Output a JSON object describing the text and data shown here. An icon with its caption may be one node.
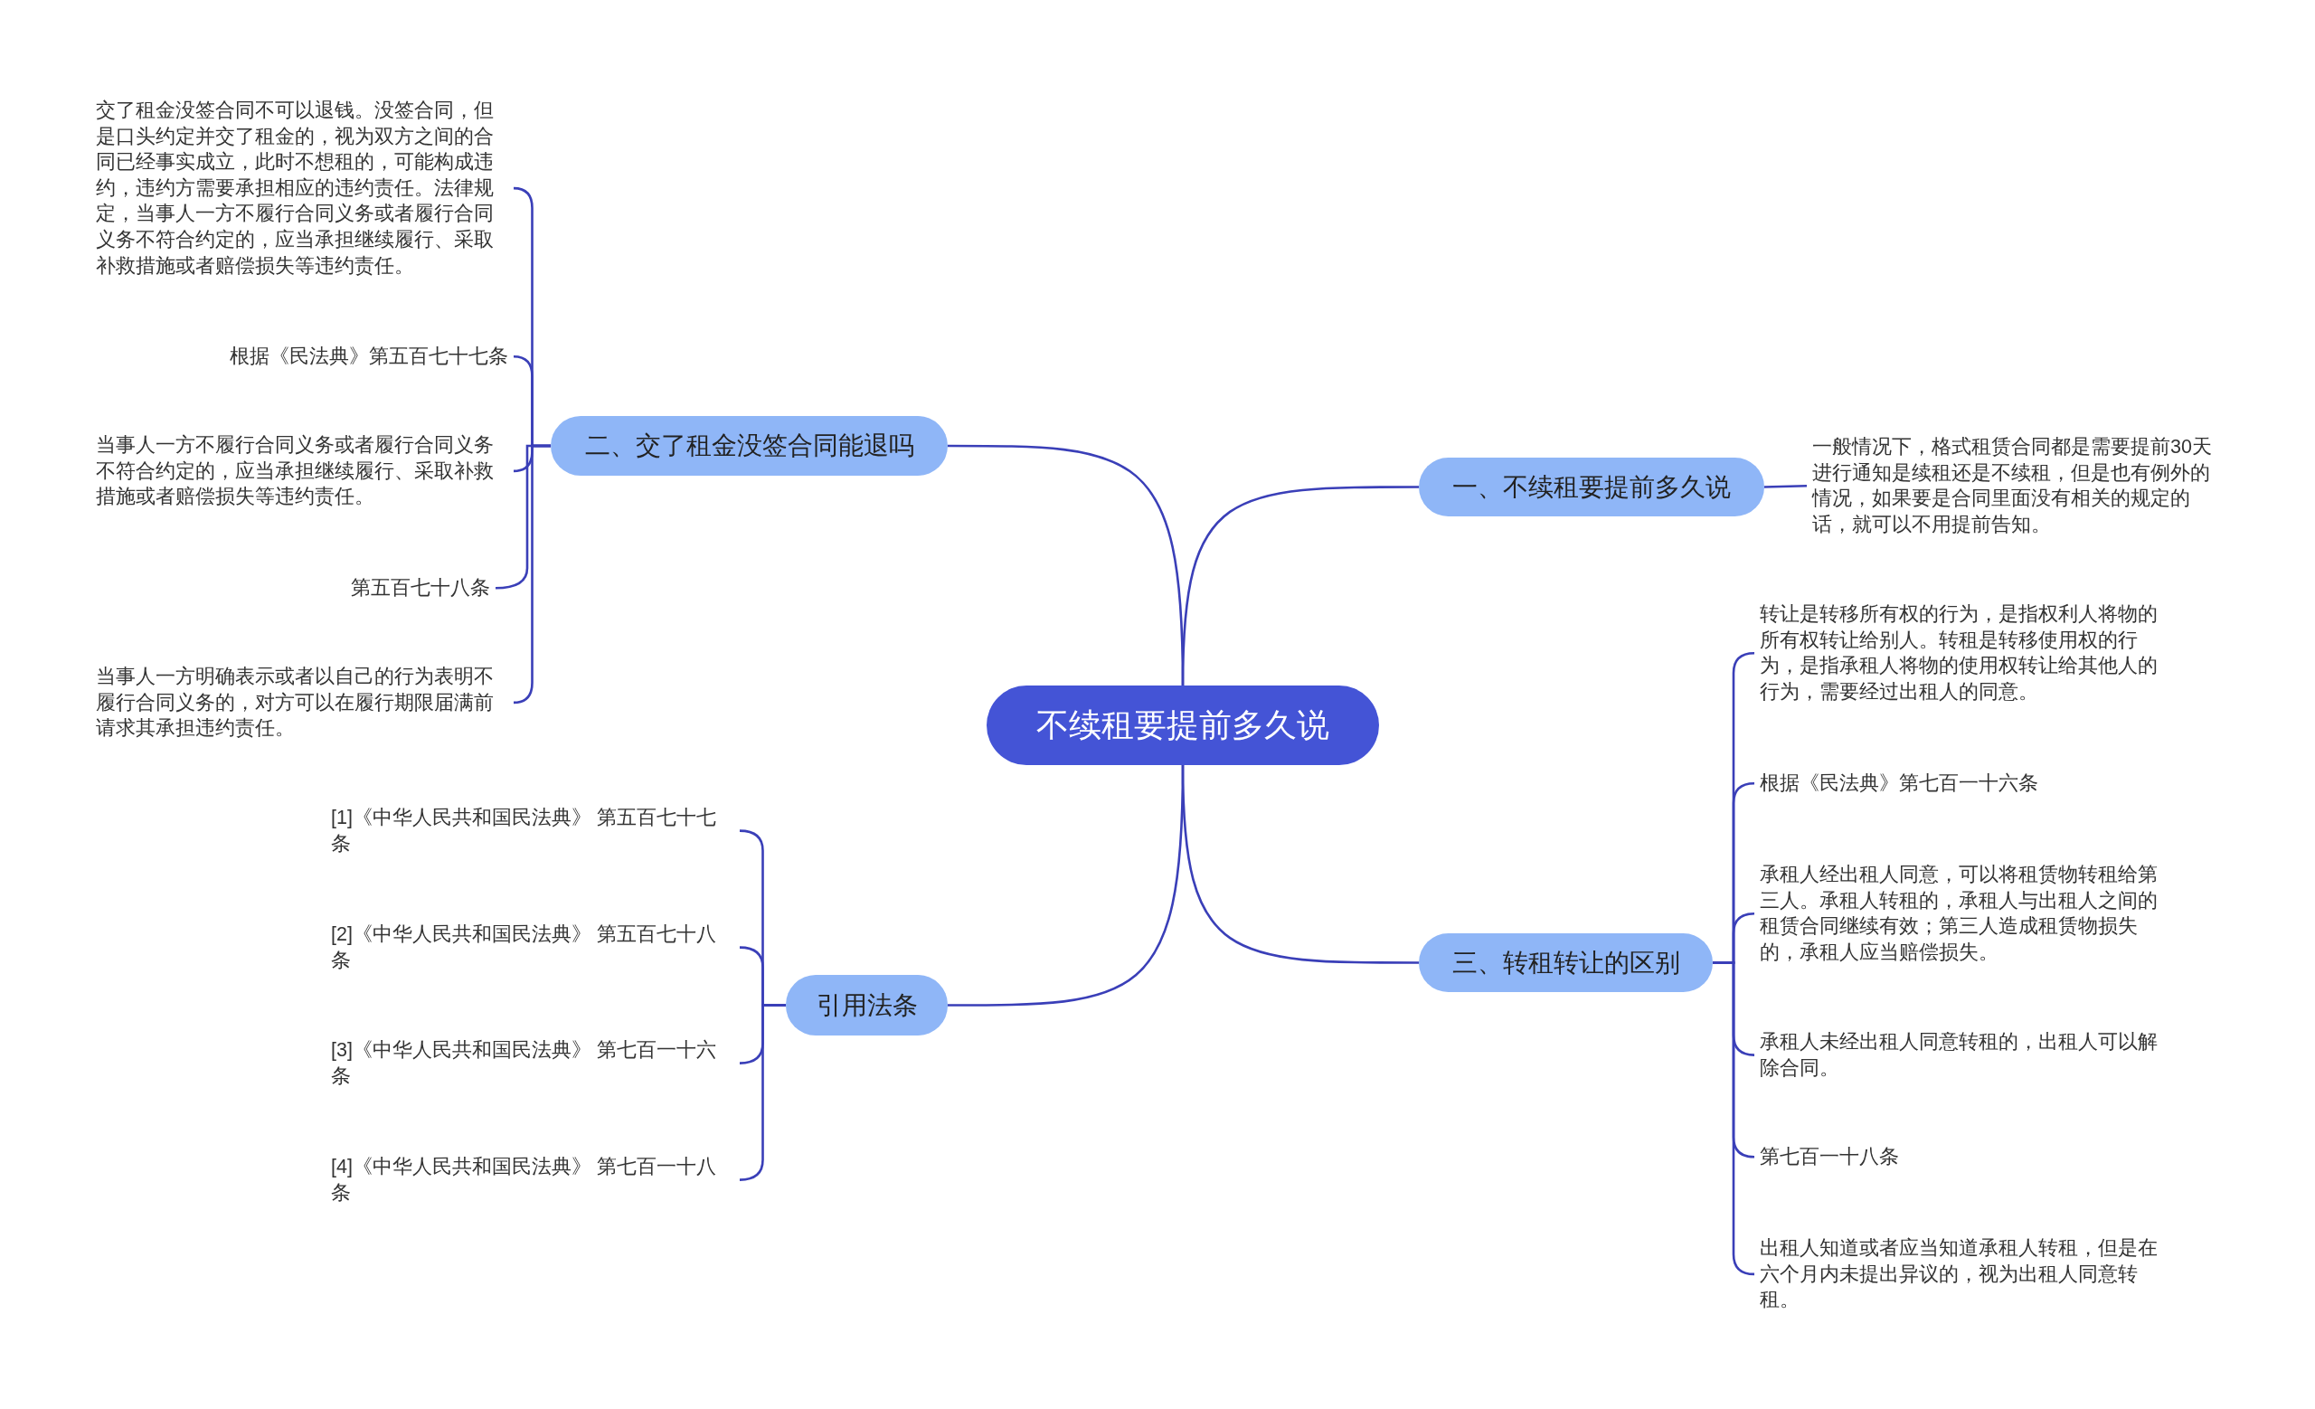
{
  "diagram": {
    "nodes": [
      {
        "text": [
          "不续租要提前多久说"
        ]
      },
      {
        "text": [
          "一、不续租要提前多久说"
        ]
      },
      {
        "text": [
          "一般情况下，格式租赁合同都是需要提前30天进行通知是续租还是不续租，但是也有例外的情况，如果要是合同里面没有相关的规定的话，就可以不用提前告知。"
        ]
      },
      {
        "text": [
          "二、交了租金没签合同能退吗"
        ]
      },
      {
        "text": [
          "交了租金没签合同不可以退钱。没签合同，但是口头约定并交了租金的，视为双方之间的合同已经事实成立，此时不想租的，可能构成违约，违约方需要承担相应的违约责任。法律规定，当事人一方不履行合同义务或者履行合同义务不符合约定的，应当承担继续履行、采取补救措施或者赔偿损失等违约责任。"
        ]
      },
      {
        "text": [
          "根据《民法典》第五百七十七条"
        ]
      },
      {
        "text": [
          "当事人一方不履行合同义务或者履行合同义务不符合约定的，应当承担继续履行、采取补救措施或者赔偿损失等违约责任。"
        ]
      },
      {
        "text": [
          "第五百七十八条"
        ]
      },
      {
        "text": [
          "当事人一方明确表示或者以自己的行为表明不履行合同义务的，对方可以在履行期限届满前请求其承担违约责任。"
        ]
      },
      {
        "text": [
          "三、转租转让的区别"
        ]
      },
      {
        "text": [
          "转让是转移所有权的行为，是指权利人将物的所有权转让给别人。转租是转移使用权的行为，是指承租人将物的使用权转让给其他人的行为，需要经过出租人的同意。"
        ]
      },
      {
        "text": [
          "根据《民法典》第七百一十六条"
        ]
      },
      {
        "text": [
          "承租人经出租人同意，可以将租赁物转租给第三人。承租人转租的，承租人与出租人之间的租赁合同继续有效；第三人造成租赁物损失的，承租人应当赔偿损失。"
        ]
      },
      {
        "text": [
          "承租人未经出租人同意转租的，出租人可以解除合同。"
        ]
      },
      {
        "text": [
          "第七百一十八条"
        ]
      },
      {
        "text": [
          "出租人知道或者应当知道承租人转租，但是在六个月内未提出异议的，视为出租人同意转租。"
        ]
      },
      {
        "text": [
          "引用法条"
        ]
      },
      {
        "text": [
          "[1]《中华人民共和国民法典》 第五百七十七条"
        ]
      },
      {
        "text": [
          "[2]《中华人民共和国民法典》 第五百七十八条"
        ]
      },
      {
        "text": [
          "[3]《中华人民共和国民法典》 第七百一十六条"
        ]
      },
      {
        "text": [
          "[4]《中华人民共和国民法典》 第七百一十八条"
        ]
      }
    ],
    "edges": [
      {
        "from": 0,
        "to": 1,
        "arrow": "none"
      },
      {
        "from": 1,
        "to": 2,
        "arrow": "none"
      },
      {
        "from": 0,
        "to": 3,
        "arrow": "none"
      },
      {
        "from": 3,
        "to": 4,
        "arrow": "none"
      },
      {
        "from": 3,
        "to": 5,
        "arrow": "none"
      },
      {
        "from": 3,
        "to": 6,
        "arrow": "none"
      },
      {
        "from": 3,
        "to": 7,
        "arrow": "none"
      },
      {
        "from": 3,
        "to": 8,
        "arrow": "none"
      },
      {
        "from": 0,
        "to": 9,
        "arrow": "none"
      },
      {
        "from": 9,
        "to": 10,
        "arrow": "none"
      },
      {
        "from": 9,
        "to": 11,
        "arrow": "none"
      },
      {
        "from": 9,
        "to": 12,
        "arrow": "none"
      },
      {
        "from": 9,
        "to": 13,
        "arrow": "none"
      },
      {
        "from": 9,
        "to": 14,
        "arrow": "none"
      },
      {
        "from": 9,
        "to": 15,
        "arrow": "none"
      },
      {
        "from": 0,
        "to": 16,
        "arrow": "none"
      },
      {
        "from": 16,
        "to": 17,
        "arrow": "none"
      },
      {
        "from": 16,
        "to": 18,
        "arrow": "none"
      },
      {
        "from": 16,
        "to": 19,
        "arrow": "none"
      },
      {
        "from": 16,
        "to": 20,
        "arrow": "none"
      }
    ]
  }
}
